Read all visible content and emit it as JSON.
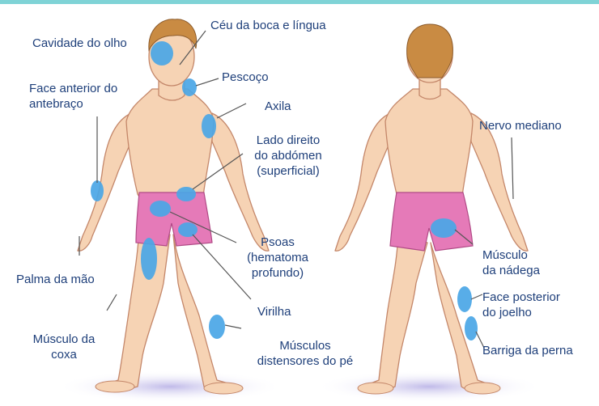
{
  "labels": {
    "cavidade_olho": "Cavidade do olho",
    "ceu_boca": "Céu da boca e língua",
    "face_antebraco": "Face anterior do\nantebraço",
    "pescoco": "Pescoço",
    "axila": "Axila",
    "abdomen": "Lado direito\ndo abdómen\n(superficial)",
    "psoas": "Psoas\n(hematoma\nprofundo)",
    "palma_mao": "Palma da mão",
    "virilha": "Virilha",
    "musculo_coxa": "Músculo da\ncoxa",
    "musculos_pe": "Músculos\ndistensores do pé",
    "nervo_mediano": "Nervo mediano",
    "musculo_nadega": "Músculo\nda nádega",
    "face_joelho": "Face posterior\ndo joelho",
    "barriga_perna": "Barriga da perna"
  },
  "colors": {
    "skin": "#f6d3b4",
    "skin_outline": "#c4876a",
    "hair": "#c98b43",
    "shorts": "#e57ab8",
    "marker": "#4aa6e6",
    "label_text": "#1e3f7a",
    "shadow": "#c7c1ea",
    "top_bar": "#7fd3d6"
  }
}
